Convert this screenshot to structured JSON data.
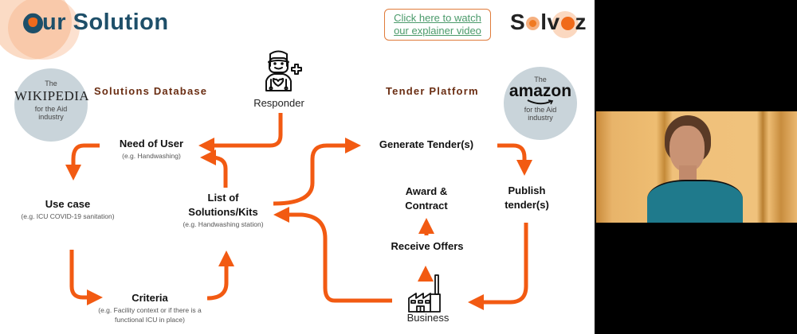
{
  "slide": {
    "title": "Our Solution",
    "video_link": {
      "line1": "Click here to watch",
      "line2": "our explainer video"
    },
    "logo": {
      "text_before": "S",
      "text_middle": "lv",
      "text_after": "z",
      "full": "Solvoz"
    },
    "badges": {
      "wikipedia": {
        "top": "The",
        "brand": "WIKIPEDIA",
        "line1": "for the Aid",
        "line2": "industry"
      },
      "amazon": {
        "top": "The",
        "brand": "amazon",
        "line1": "for the Aid",
        "line2": "industry"
      }
    },
    "sections": {
      "database": "Solutions Database",
      "tender": "Tender Platform"
    },
    "actors": {
      "responder": "Responder",
      "business": "Business"
    },
    "nodes": {
      "need": {
        "title": "Need of User",
        "example": "(e.g. Handwashing)"
      },
      "use_case": {
        "title": "Use case",
        "example": "(e.g. ICU COVID-19 sanitation)"
      },
      "criteria": {
        "title": "Criteria",
        "example_line1": "(e.g. Facility context or if there is a",
        "example_line2": "functional ICU in place)"
      },
      "list": {
        "title_line1": "List of",
        "title_line2": "Solutions/Kits",
        "example": "(e.g. Handwashing station)"
      },
      "generate": {
        "title": "Generate Tender(s)"
      },
      "publish": {
        "title_line1": "Publish",
        "title_line2": "tender(s)"
      },
      "award": {
        "title_line1": "Award &",
        "title_line2": "Contract"
      },
      "receive": {
        "title": "Receive Offers"
      }
    },
    "colors": {
      "accent": "#f25a12",
      "title": "#1e4f69",
      "section": "#6a2d12",
      "link": "#4a9a6a",
      "badge": "#c9d4da"
    }
  },
  "video": {
    "participant": "presenter webcam"
  }
}
